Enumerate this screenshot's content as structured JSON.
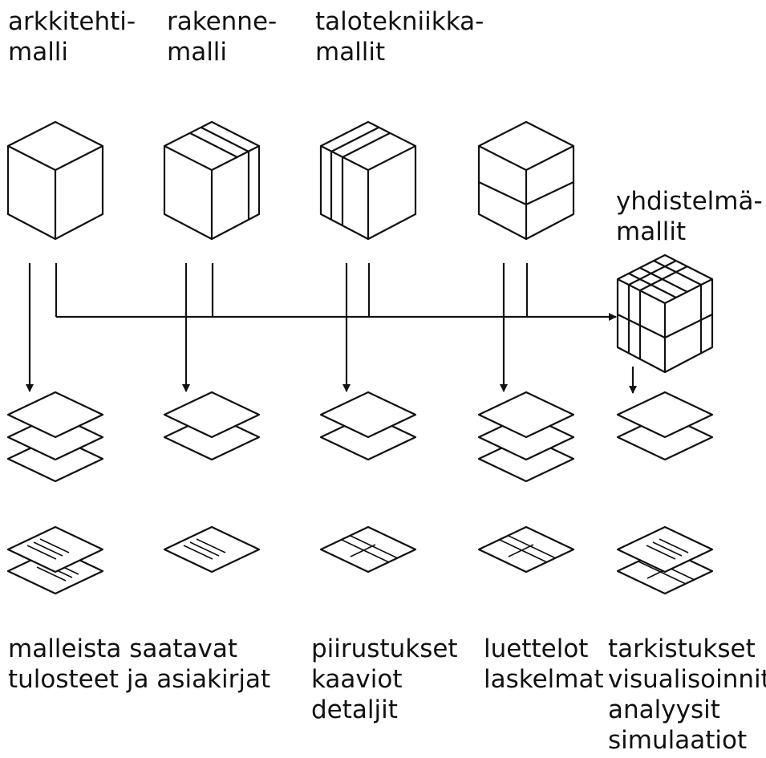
{
  "labels": {
    "architect": [
      "arkkitehti-",
      "malli"
    ],
    "structure": [
      "rakenne-",
      "malli"
    ],
    "mep": [
      "talotekniikka-",
      "mallit"
    ],
    "combined": [
      "yhdistelmä-",
      "mallit"
    ],
    "outputs": [
      "malleista saatavat",
      "tulosteet ja asiakirjat"
    ],
    "drawings": [
      "piirustukset",
      "kaaviot",
      "detaljit"
    ],
    "lists": [
      "luettelot",
      "laskelmat"
    ],
    "checks": [
      "tarkistukset",
      "visualisoinnit",
      "analyysit",
      "simulaatiot"
    ]
  },
  "colors": {
    "ink": "#111111",
    "paper": "#ffffff"
  }
}
